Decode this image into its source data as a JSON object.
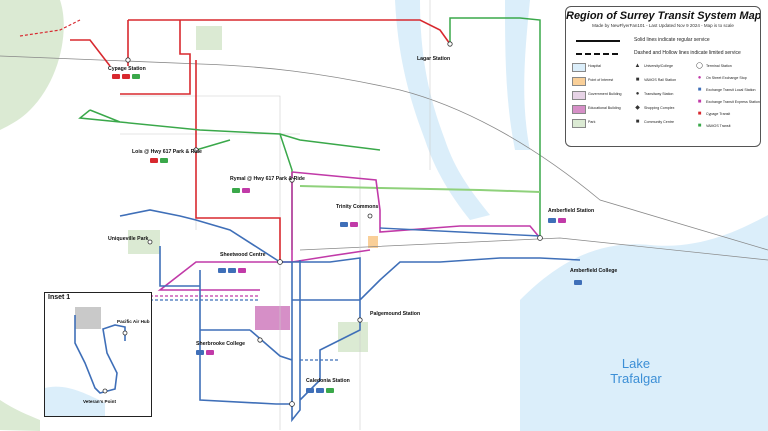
{
  "legend": {
    "title": "Region of Surrey Transit System Map",
    "subtitle": "Made by NewFlyerFan101 - Last Updated Nov 9 2024 - Map is to scale",
    "solid": "Solid lines indicate regular service",
    "dashed": "Dashed and Hollow lines indicate limited service",
    "items_left": [
      "Hospital",
      "Point of Interest",
      "Government Building",
      "Educational Building",
      "Park"
    ],
    "items_mid": [
      "University/College",
      "VAMOS Rail Station",
      "Transitway Station",
      "Shopping Complex",
      "Community Centre"
    ],
    "items_right": [
      "Terminal Station",
      "On Street Exchange Stop",
      "Exchange Transit Local Station",
      "Exchange Transit Express Station",
      "Cypage Transit",
      "VAMOS Transit"
    ]
  },
  "lake": {
    "line1": "Lake",
    "line2": "Trafalgar"
  },
  "inset": {
    "title": "Inset 1",
    "stations": [
      "Pacific Air Hub",
      "Veteran's Point"
    ]
  },
  "stations": {
    "cypage": "Cypage Station",
    "lagar": "Lagar Station",
    "lois": "Lois @ Hwy 617 Park & Ride",
    "rymal": "Rymal @ Hwy 617 Park & Ride",
    "trinity": "Trinity Commons",
    "amberfield": "Amberfield Station",
    "amberfield_college": "Amberfield College",
    "uniqueville": "Uniqueville Park",
    "sheetwood": "Sheetwood Centre",
    "sherbrooke": "Sherbrooke College",
    "palgemound": "Palgemound Station",
    "caledonia": "Caledonia Station"
  },
  "colors": {
    "red": "#d8292f",
    "green": "#3aa84a",
    "blue": "#3f6fb8",
    "magenta": "#c13aa8",
    "lightgreen": "#8fd17b",
    "water": "#dbeefa"
  },
  "chart_data": {
    "type": "table",
    "title": "Region of Surrey Transit System Map",
    "columns": [
      "station"
    ],
    "rows": [
      [
        "Cypage Station"
      ],
      [
        "Lagar Station"
      ],
      [
        "Lois @ Hwy 617 Park & Ride"
      ],
      [
        "Rymal @ Hwy 617 Park & Ride"
      ],
      [
        "Trinity Commons"
      ],
      [
        "Amberfield Station"
      ],
      [
        "Amberfield College"
      ],
      [
        "Uniqueville Park"
      ],
      [
        "Sheetwood Centre"
      ],
      [
        "Sherbrooke College"
      ],
      [
        "Palgemound Station"
      ],
      [
        "Caledonia Station"
      ],
      [
        "Pacific Air Hub"
      ],
      [
        "Veteran's Point"
      ]
    ]
  }
}
